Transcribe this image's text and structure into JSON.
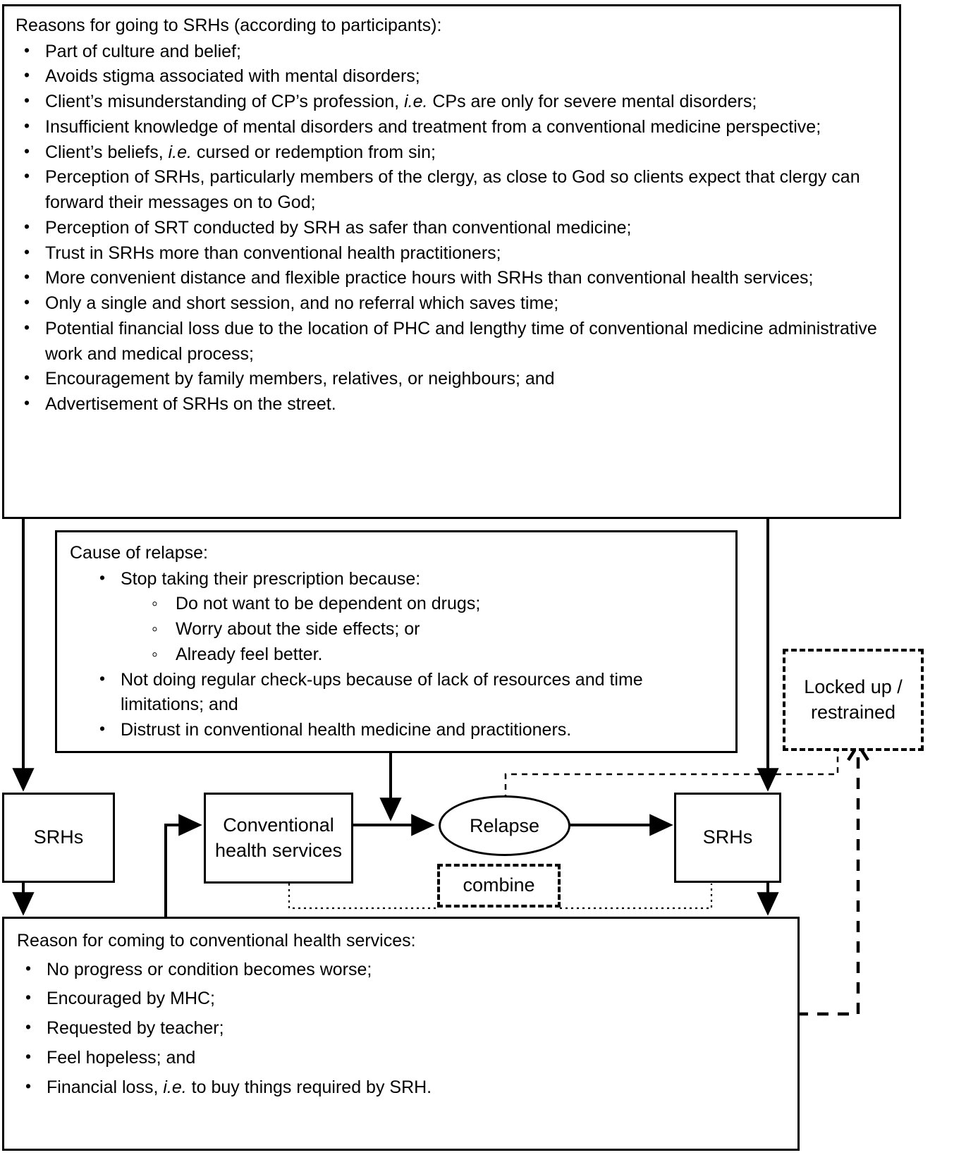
{
  "reasons_srh": {
    "title": "Reasons for going to SRHs (according to participants):",
    "items": [
      "Part of culture and belief;",
      "Avoids stigma associated with mental disorders;",
      "Client’s misunderstanding of CP’s profession, i.e. CPs are only for severe mental disorders;",
      "Insufficient knowledge of mental disorders and treatment from a conventional medicine perspective;",
      "Client’s beliefs, i.e. cursed or redemption from sin;",
      "Perception of SRHs, particularly members of the clergy, as close to God so clients expect that clergy can forward their messages on to God;",
      "Perception of SRT conducted by SRH as safer than conventional medicine;",
      "Trust in SRHs more than conventional health practitioners;",
      "More convenient distance and flexible practice hours with SRHs than conventional health services;",
      "Only a single and short session, and no referral which saves time;",
      "Potential financial loss due to the location of PHC and lengthy time of conventional medicine administrative work and medical process;",
      "Encouragement by family members, relatives, or neighbours; and",
      "Advertisement of SRHs on the street."
    ]
  },
  "cause_relapse": {
    "title": "Cause of relapse:",
    "item1": "Stop taking their prescription because:",
    "subitems": [
      "Do not want to be dependent on drugs;",
      "Worry about the side effects; or",
      "Already feel better."
    ],
    "item2": "Not doing regular check-ups because of lack of resources and time limitations; and",
    "item3": "Distrust in conventional health medicine and practitioners."
  },
  "nodes": {
    "srh_left": "SRHs",
    "conventional": "Conventional\nhealth services",
    "conventional_line1": "Conventional",
    "conventional_line2": "health services",
    "relapse": "Relapse",
    "srh_right": "SRHs",
    "combine": "combine",
    "locked_line1": "Locked up /",
    "locked_line2": "restrained"
  },
  "reasons_conventional": {
    "title": "Reason for coming to conventional health services:",
    "items": [
      "No progress or condition becomes worse;",
      "Encouraged by MHC;",
      "Requested by teacher;",
      "Feel hopeless; and",
      "Financial loss, i.e. to buy things required by SRH."
    ]
  },
  "colors": {
    "stroke": "#000000",
    "background": "#ffffff"
  }
}
